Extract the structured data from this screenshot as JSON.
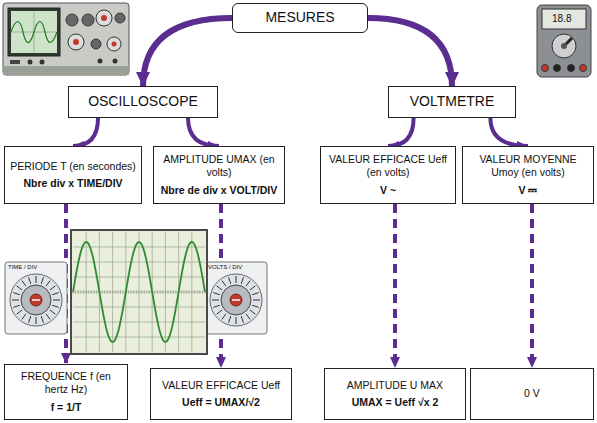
{
  "diagram": {
    "nodes": [
      {
        "text": [
          "MESURES"
        ]
      },
      {
        "text": [
          "OSCILLOSCOPE"
        ]
      },
      {
        "text": [
          "VOLTMETRE"
        ]
      },
      {
        "text": [
          "PERIODE T (en secondes)",
          "Nbre div x TIME/DIV"
        ]
      },
      {
        "text": [
          "AMPLITUDE UMAX (en volts)",
          "Nbre de div x VOLT/DIV"
        ]
      },
      {
        "text": [
          "VALEUR EFFICACE Ueff (en volts)",
          "V ~"
        ]
      },
      {
        "text": [
          "VALEUR MOYENNE Umoy (en volts)",
          "V ⎓"
        ]
      },
      {
        "text": [
          "FREQUENCE f (en hertz Hz)",
          "f = 1/T"
        ]
      },
      {
        "text": [
          "VALEUR EFFICACE Ueff",
          "Ueff = UMAX/√2"
        ]
      },
      {
        "text": [
          "AMPLITUDE U MAX",
          "UMAX = Ueff √x 2"
        ]
      },
      {
        "text": [
          "0 V"
        ]
      }
    ],
    "edges": [
      {
        "from": 0,
        "to": 1,
        "arrow": "to"
      },
      {
        "from": 0,
        "to": 2,
        "arrow": "to"
      },
      {
        "from": 1,
        "to": 3,
        "arrow": "to"
      },
      {
        "from": 1,
        "to": 4,
        "arrow": "to"
      },
      {
        "from": 2,
        "to": 5,
        "arrow": "to"
      },
      {
        "from": 2,
        "to": 6,
        "arrow": "to"
      },
      {
        "from": 3,
        "to": 7,
        "arrow": "to"
      },
      {
        "from": 4,
        "to": 8,
        "arrow": "to"
      },
      {
        "from": 5,
        "to": 9,
        "arrow": "to"
      },
      {
        "from": 6,
        "to": 10,
        "arrow": "to"
      }
    ],
    "labels": [
      "TIME / DIV",
      "VOLTS / DIV",
      "18.8"
    ]
  }
}
